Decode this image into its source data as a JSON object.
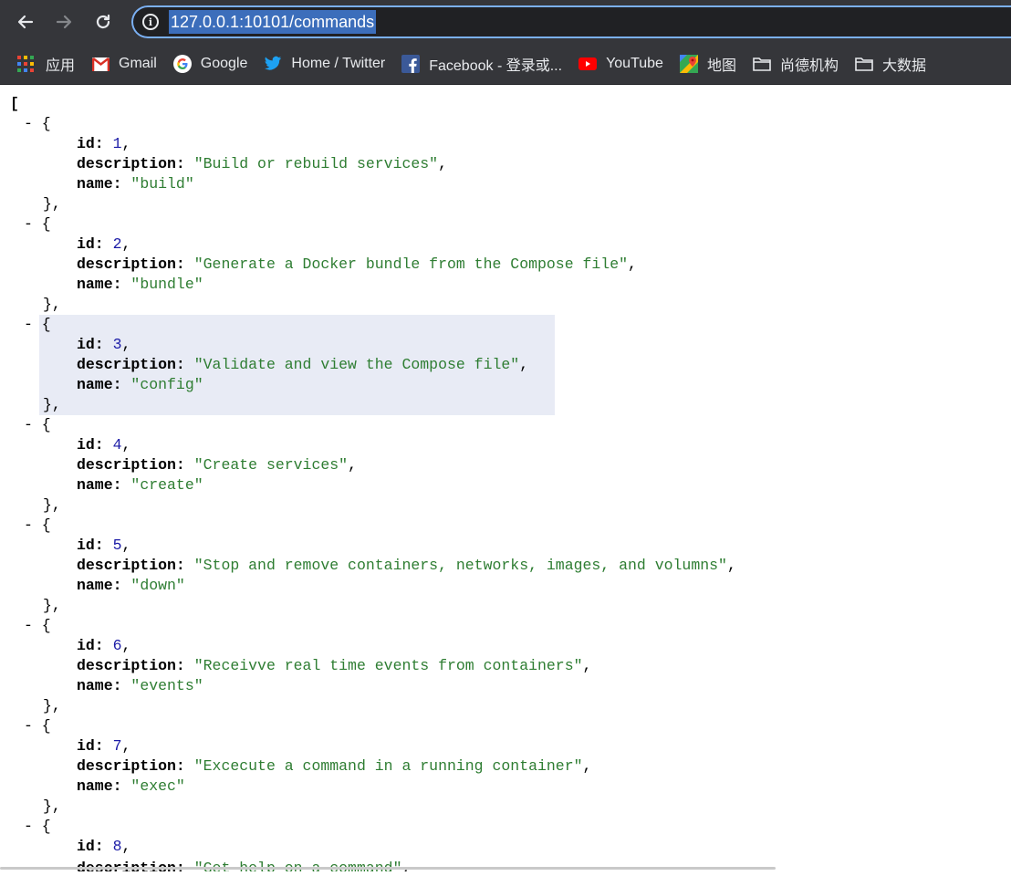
{
  "browser": {
    "url": "127.0.0.1:10101/commands",
    "info_symbol": "i"
  },
  "bookmarks": [
    {
      "label": "应用",
      "icon": "apps-grid-icon"
    },
    {
      "label": "Gmail",
      "icon": "gmail-icon"
    },
    {
      "label": "Google",
      "icon": "google-icon"
    },
    {
      "label": "Home / Twitter",
      "icon": "twitter-icon"
    },
    {
      "label": "Facebook - 登录或...",
      "icon": "facebook-icon"
    },
    {
      "label": "YouTube",
      "icon": "youtube-icon"
    },
    {
      "label": "地图",
      "icon": "maps-icon"
    },
    {
      "label": "尚德机构",
      "icon": "folder-icon"
    },
    {
      "label": "大数据",
      "icon": "folder-icon"
    }
  ],
  "json_view": {
    "open_bracket": "[",
    "collapse_symbol": "- {",
    "close_symbol": "},",
    "keys": {
      "id": "id:",
      "description": "description:",
      "name": "name:"
    },
    "items": [
      {
        "id": "1",
        "description": "\"Build or rebuild services\"",
        "name": "\"build\""
      },
      {
        "id": "2",
        "description": "\"Generate a Docker bundle from the Compose file\"",
        "name": "\"bundle\""
      },
      {
        "id": "3",
        "description": "\"Validate and view the Compose file\"",
        "name": "\"config\""
      },
      {
        "id": "4",
        "description": "\"Create services\"",
        "name": "\"create\""
      },
      {
        "id": "5",
        "description": "\"Stop and remove containers, networks, images, and volumns\"",
        "name": "\"down\""
      },
      {
        "id": "6",
        "description": "\"Receivve real time events from containers\"",
        "name": "\"events\""
      },
      {
        "id": "7",
        "description": "\"Excecute a command in a running container\"",
        "name": "\"exec\""
      },
      {
        "id": "8",
        "description": "\"Get help on a command\"",
        "name": ""
      }
    ]
  },
  "colors": {
    "chrome_bg": "#35363a",
    "key": "#000000",
    "number": "#1a1aa6",
    "string": "#2e7d32",
    "highlight": "#e8ebf5"
  }
}
